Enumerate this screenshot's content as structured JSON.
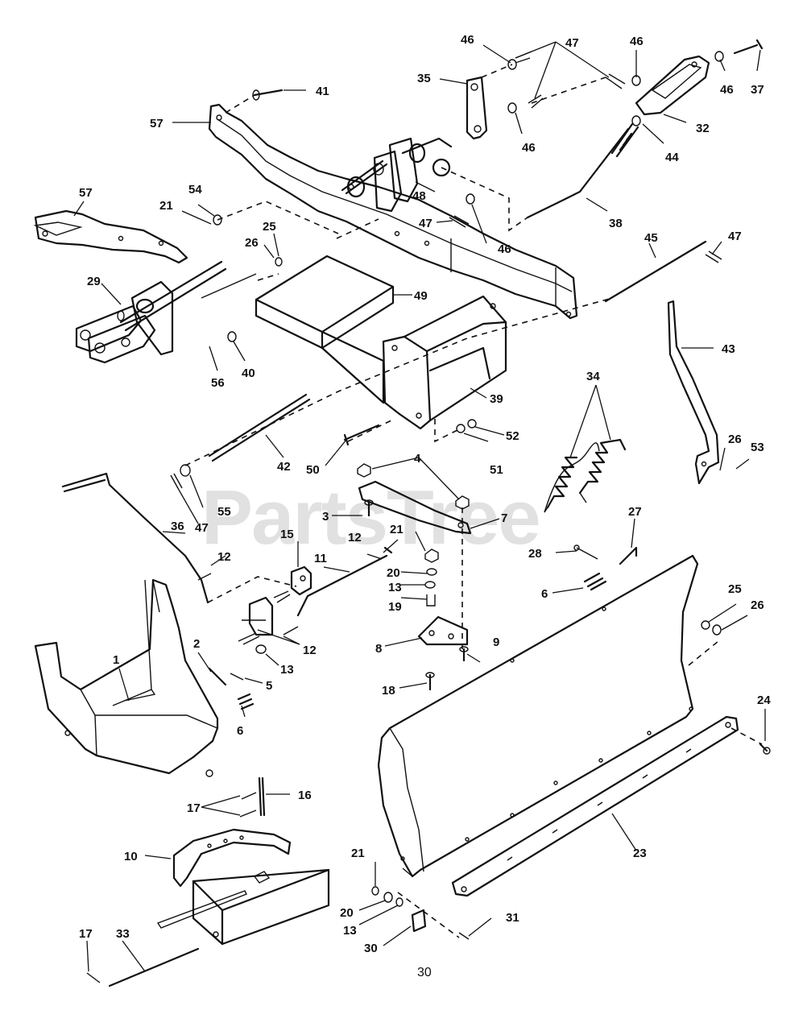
{
  "watermark": "PartsTree",
  "page_number": "30",
  "callouts": {
    "c46a": "46",
    "c47a": "47",
    "c46b": "46",
    "c46c": "46",
    "c37": "37",
    "c35": "35",
    "c41": "41",
    "c57a": "57",
    "c32": "32",
    "c46d": "46",
    "c44": "44",
    "c57b": "57",
    "c54": "54",
    "c21a": "21",
    "c48": "48",
    "c47b": "47",
    "c46e": "46",
    "c38": "38",
    "c25a": "25",
    "c26a": "26",
    "c45": "45",
    "c47c": "47",
    "c29": "29",
    "c49": "49",
    "c43": "43",
    "c56": "56",
    "c40": "40",
    "c39": "39",
    "c34": "34",
    "c52": "52",
    "c51": "51",
    "c26b": "26",
    "c53": "53",
    "c42": "42",
    "c50": "50",
    "c4": "4",
    "c55": "55",
    "c47d": "47",
    "c3": "3",
    "c7": "7",
    "c27": "27",
    "c36": "36",
    "c15": "15",
    "c12a": "12",
    "c21b": "21",
    "c28": "28",
    "c11": "11",
    "c12b": "12",
    "c20a": "20",
    "c13a": "13",
    "c19": "19",
    "c6a": "6",
    "c25b": "25",
    "c26c": "26",
    "c12c": "12",
    "c8": "8",
    "c9": "9",
    "c1": "1",
    "c2": "2",
    "c13b": "13",
    "c5": "5",
    "c18": "18",
    "c6b": "6",
    "c24": "24",
    "c17a": "17",
    "c16": "16",
    "c10": "10",
    "c23": "23",
    "c21c": "21",
    "c20b": "20",
    "c31": "31",
    "c13c": "13",
    "c30": "30",
    "c17b": "17",
    "c33": "33"
  }
}
